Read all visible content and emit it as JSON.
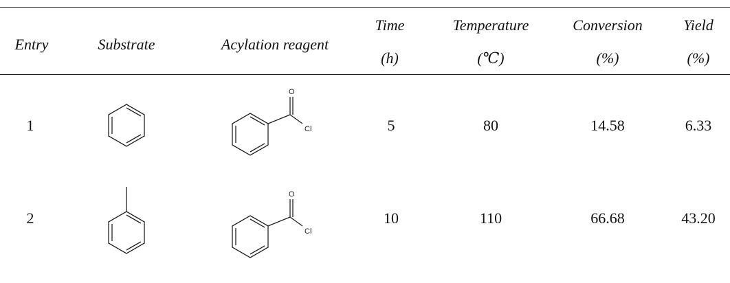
{
  "table": {
    "headers": {
      "entry": "Entry",
      "substrate": "Substrate",
      "reagent": "Acylation reagent",
      "time_line1": "Time",
      "time_line2": "(h)",
      "temp_line1": "Temperature",
      "temp_line2": "(℃)",
      "conv_line1": "Conversion",
      "conv_line2": "(%)",
      "yield_line1": "Yield",
      "yield_line2": "(%)"
    },
    "rows": [
      {
        "entry": "1",
        "substrate": "benzene-structure",
        "reagent": "benzoyl-chloride-structure",
        "reagent_o": "O",
        "reagent_cl": "Cl",
        "time": "5",
        "temperature": "80",
        "conversion": "14.58",
        "yield": "6.33"
      },
      {
        "entry": "2",
        "substrate": "toluene-structure",
        "reagent": "benzoyl-chloride-structure",
        "reagent_o": "O",
        "reagent_cl": "Cl",
        "time": "10",
        "temperature": "110",
        "conversion": "66.68",
        "yield": "43.20"
      }
    ]
  }
}
